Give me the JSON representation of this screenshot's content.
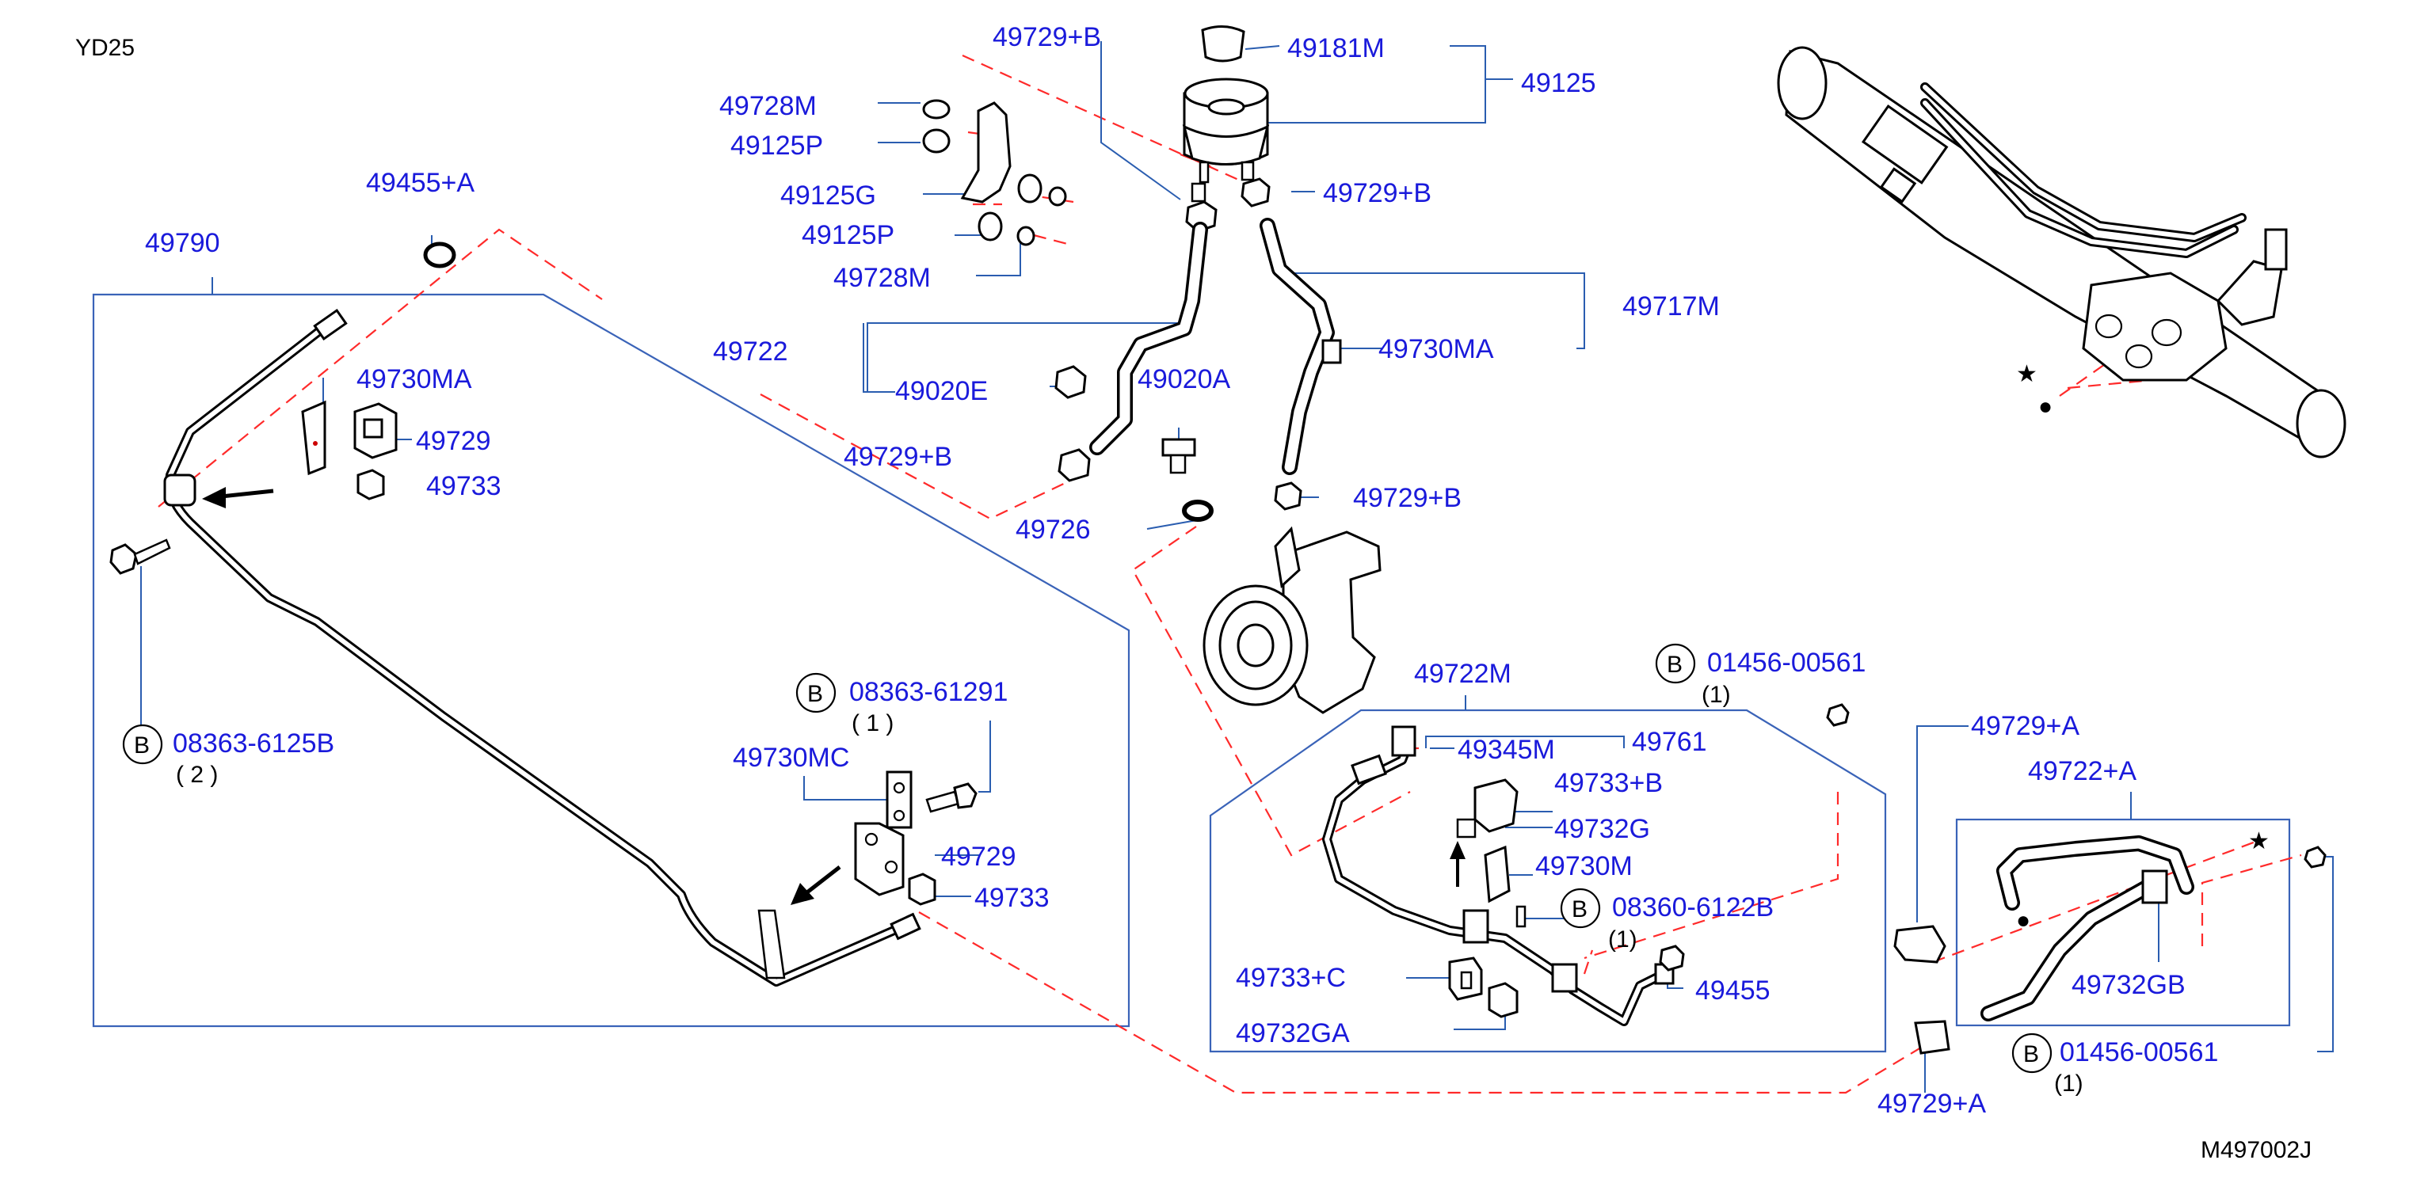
{
  "diagram": {
    "variant": "YD25",
    "drawing_number": "M497002J",
    "colors": {
      "part_label": "#1a1adb",
      "leader_line": "#2a5db0",
      "dashed_route": "#ff2a2a",
      "drawing": "#000000"
    },
    "labels": {
      "p49181M": "49181M",
      "p49125": "49125",
      "p49729B_top": "49729+B",
      "p49728M_a": "49728M",
      "p49125P_a": "49125P",
      "p49125G": "49125G",
      "p49125P_b": "49125P",
      "p49728M_b": "49728M",
      "p49729B_b": "49729+B",
      "p49455A": "49455+A",
      "p49790": "49790",
      "p49722": "49722",
      "p49717M": "49717M",
      "p49730MA_r": "49730MA",
      "p49020E": "49020E",
      "p49020A": "49020A",
      "p49730MA_l": "49730MA",
      "p49729_l": "49729",
      "p49733_l": "49733",
      "p49729B_c": "49729+B",
      "p49729B_d": "49729+B",
      "p49726": "49726",
      "p49722M": "49722M",
      "b_0145600561_a": "01456-00561",
      "qty_1_a": "(1)",
      "b_083636125B": "08363-6125B",
      "qty_2": "( 2 )",
      "b_0836361291": "08363-61291",
      "qty_1_b": "( 1 )",
      "p49730MC": "49730MC",
      "p49729_m": "49729",
      "p49733_m": "49733",
      "p49345M": "49345M",
      "p49761": "49761",
      "p49733B": "49733+B",
      "p49732G": "49732G",
      "p49730M": "49730M",
      "b_083606122B": "08360-6122B",
      "qty_1_c": "(1)",
      "p49733C": "49733+C",
      "p49455": "49455",
      "p49732GA": "49732GA",
      "p49729A_top": "49729+A",
      "p49722A": "49722+A",
      "p49732GB": "49732GB",
      "b_0145600561_b": "01456-00561",
      "qty_1_d": "(1)",
      "p49729A_bot": "49729+A",
      "b_letter": "B",
      "star": "★",
      "dot": "●"
    }
  }
}
